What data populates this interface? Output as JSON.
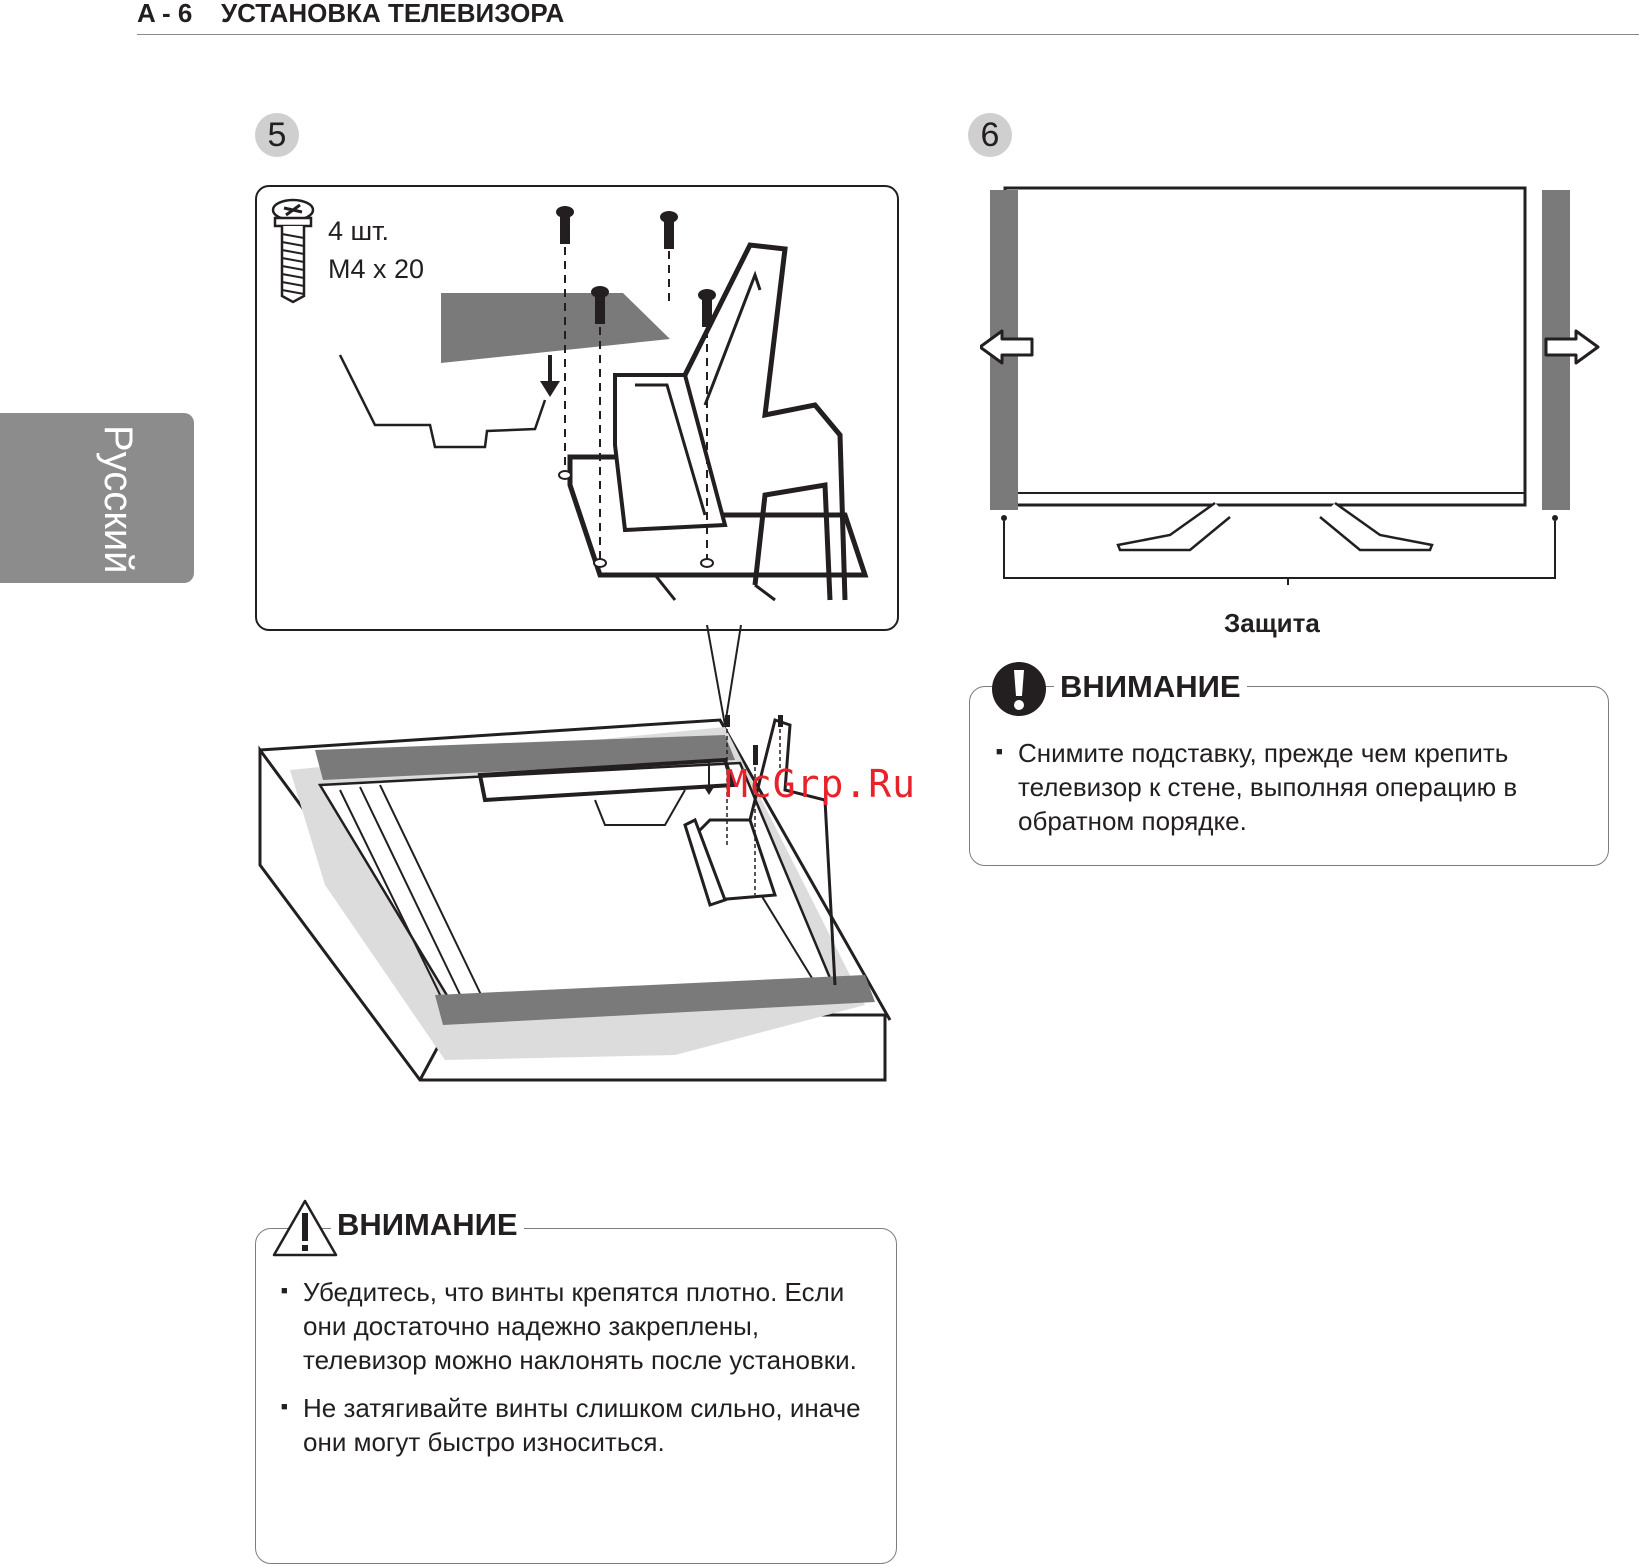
{
  "header": {
    "page_number": "A - 6",
    "title": "УСТАНОВКА ТЕЛЕВИЗОРА"
  },
  "language_tab": "Русский",
  "step5": {
    "number": "5",
    "screw_qty": "4 шт.",
    "screw_size": "M4 x 20",
    "caution": {
      "title": "ВНИМАНИЕ",
      "items": [
        "Убедитесь, что винты крепятся плотно. Если они достаточно надежно закреплены, телевизор можно наклонять после установки.",
        "Не затягивайте винты слишком сильно, иначе они могут быстро износиться."
      ]
    }
  },
  "step6": {
    "number": "6",
    "protection_label": "Защита",
    "caution": {
      "title": "ВНИМАНИЕ",
      "items": [
        "Снимите подставку, прежде чем крепить телевизор к стене, выполняя операцию в обратном порядке."
      ]
    }
  },
  "watermark": "McGrp.Ru",
  "colors": {
    "text": "#231f20",
    "tab": "#8c8c8c",
    "protector": "#7a7a7a",
    "watermark": "#e8222b"
  }
}
